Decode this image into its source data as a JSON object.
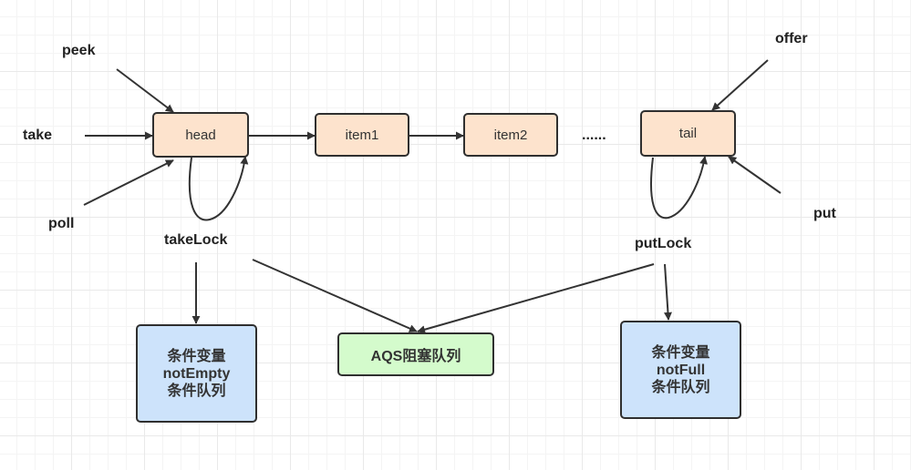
{
  "queue": {
    "head": "head",
    "item1": "item1",
    "item2": "item2",
    "ellipsis": "......",
    "tail": "tail"
  },
  "operations": {
    "peek": "peek",
    "take": "take",
    "poll": "poll",
    "offer": "offer",
    "put": "put"
  },
  "locks": {
    "take_lock": "takeLock",
    "put_lock": "putLock"
  },
  "conditions": {
    "not_empty": {
      "line1": "条件变量",
      "line2": "notEmpty",
      "line3": "条件队列"
    },
    "not_full": {
      "line1": "条件变量",
      "line2": "notFull",
      "line3": "条件队列"
    }
  },
  "aqs_queue": "AQS阻塞队列",
  "colors": {
    "queue_node_fill": "#fde3cd",
    "condition_fill": "#cde3fb",
    "aqs_fill": "#d4fbcc",
    "stroke": "#2f2f2f"
  }
}
